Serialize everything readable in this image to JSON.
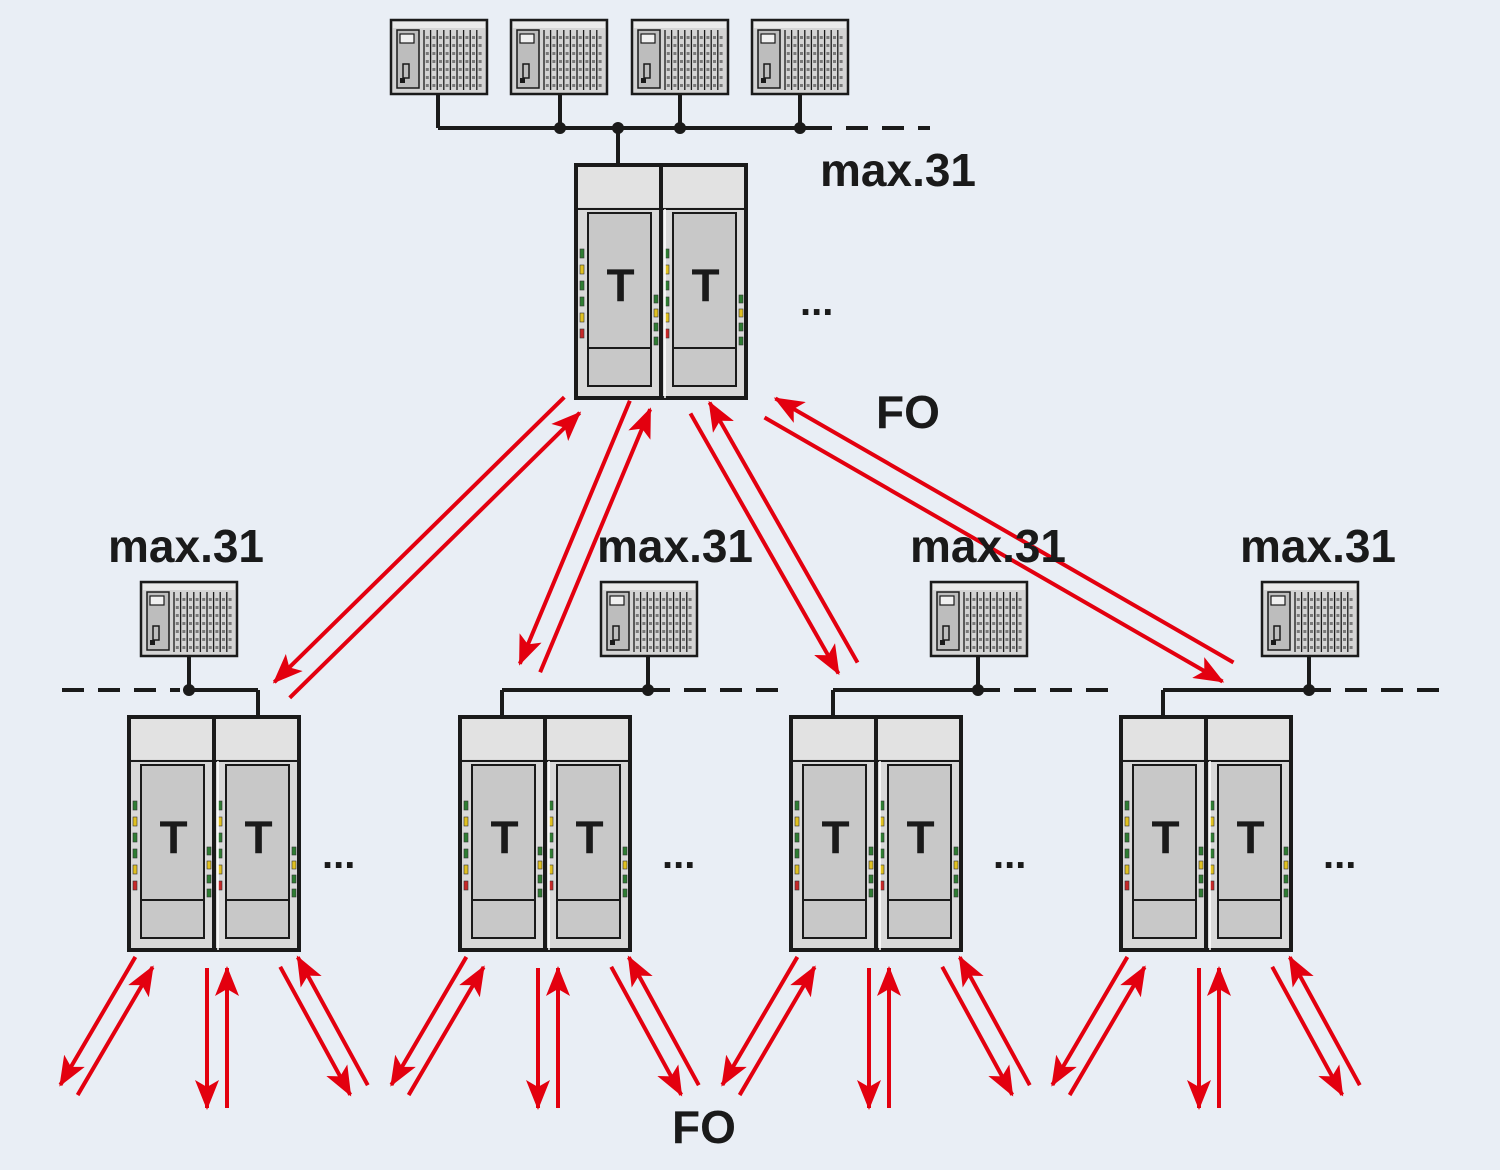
{
  "labels": {
    "max": "max.31",
    "fo": "FO",
    "ellipsis": "...",
    "t": "T"
  },
  "colors": {
    "background": "#e9eef5",
    "arrow": "#e3000f",
    "line": "#1a1a1a",
    "device_body": "#c8c8c8",
    "device_top": "#e2e2e2",
    "led_green": "#2e7d32",
    "led_yellow": "#e0c020",
    "led_red": "#c62828"
  },
  "icons": [
    "io-station-icon",
    "terminal-cabinet-icon",
    "bidirectional-fiber-arrow-icon",
    "bus-junction-icon"
  ]
}
